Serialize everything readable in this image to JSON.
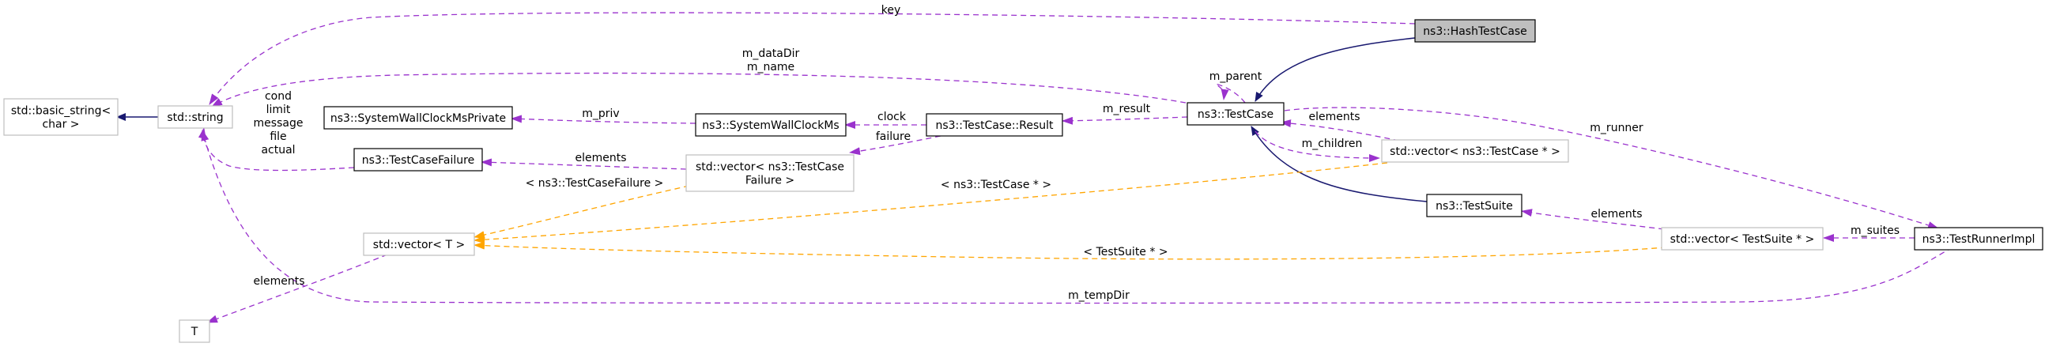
{
  "colors": {
    "inheritance": "#191970",
    "usage": "#9a32cd",
    "template": "#ffa500",
    "node_border_dark": "#000000",
    "node_border_light": "#bfbfbf",
    "highlight_fill": "#bfbfbf"
  },
  "nodes": {
    "hashtestcase": {
      "lines": [
        "ns3::HashTestCase"
      ]
    },
    "testcase": {
      "lines": [
        "ns3::TestCase"
      ]
    },
    "testsuite": {
      "lines": [
        "ns3::TestSuite"
      ]
    },
    "testrunnerimpl": {
      "lines": [
        "ns3::TestRunnerImpl"
      ]
    },
    "result": {
      "lines": [
        "ns3::TestCase::Result"
      ]
    },
    "wallclock": {
      "lines": [
        "ns3::SystemWallClockMs"
      ]
    },
    "wallclockpriv": {
      "lines": [
        "ns3::SystemWallClockMsPrivate"
      ]
    },
    "failure": {
      "lines": [
        "ns3::TestCaseFailure"
      ]
    },
    "vec_failure": {
      "lines": [
        "std::vector< ns3::TestCase",
        "Failure >"
      ]
    },
    "vec_testcase": {
      "lines": [
        "std::vector< ns3::TestCase * >"
      ]
    },
    "vec_suite": {
      "lines": [
        "std::vector< TestSuite * >"
      ]
    },
    "vec_T": {
      "lines": [
        "std::vector< T >"
      ]
    },
    "T": {
      "lines": [
        "T"
      ]
    },
    "string": {
      "lines": [
        "std::string"
      ]
    },
    "basic_string": {
      "lines": [
        "std::basic_string<",
        "char >"
      ]
    }
  },
  "edge_labels": {
    "key": [
      "key"
    ],
    "dataDir_name": [
      "m_dataDir",
      "m_name"
    ],
    "failure_fields": [
      "cond",
      "limit",
      "message",
      "file",
      "actual"
    ],
    "tempDir": [
      "m_tempDir"
    ],
    "parent": [
      "m_parent"
    ],
    "result": [
      "m_result"
    ],
    "clock": [
      "clock"
    ],
    "priv": [
      "m_priv"
    ],
    "failure": [
      "failure"
    ],
    "failure_elements": [
      "elements"
    ],
    "children": [
      "m_children"
    ],
    "testcase_elements": [
      "elements"
    ],
    "runner": [
      "m_runner"
    ],
    "suite_elements": [
      "elements"
    ],
    "suites": [
      "m_suites"
    ],
    "T_elements": [
      "elements"
    ],
    "tpl_failure": [
      "< ns3::TestCaseFailure >"
    ],
    "tpl_testcase": [
      "< ns3::TestCase * >"
    ],
    "tpl_suite": [
      "< TestSuite * >"
    ]
  }
}
